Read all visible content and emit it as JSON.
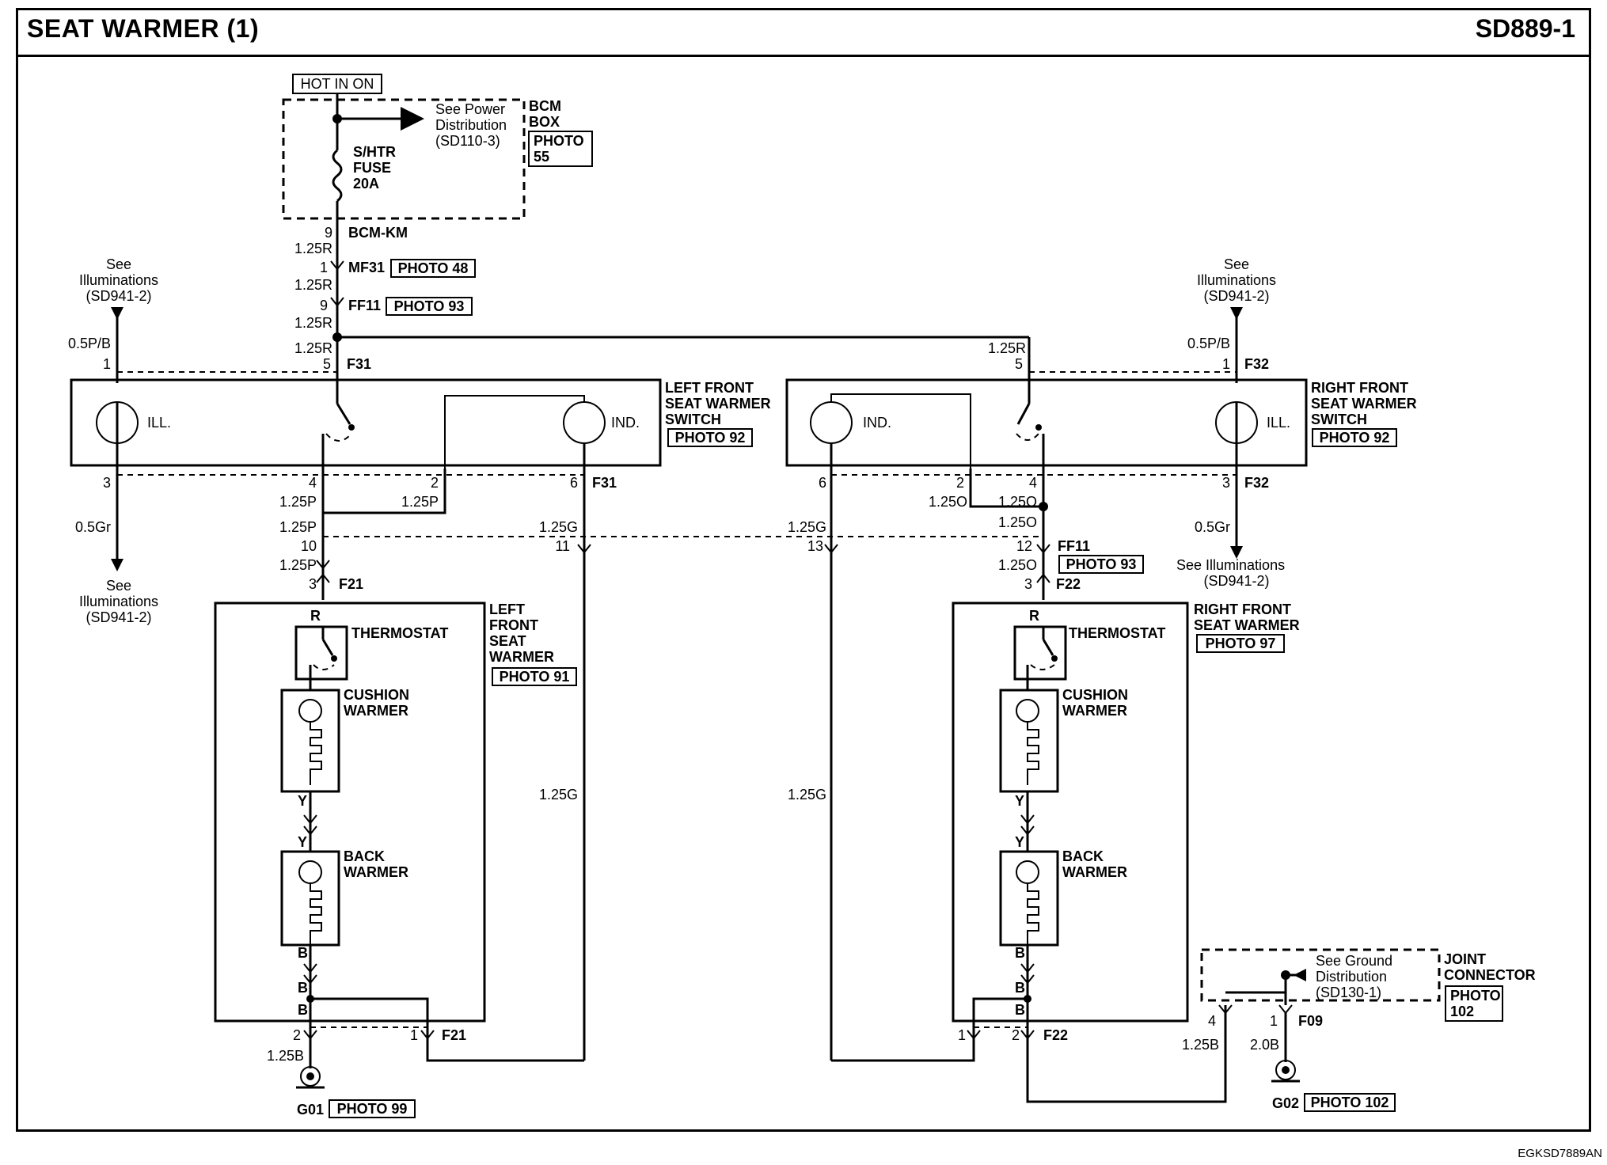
{
  "title": "SEAT WARMER (1)",
  "sheet_code": "SD889-1",
  "footer_code": "EGKSD7889AN",
  "top": {
    "hot_in": "HOT IN ON",
    "see_power": [
      "See Power",
      "Distribution",
      "(SD110-3)"
    ],
    "bcm_box": [
      "BCM",
      "BOX"
    ],
    "bcm_photo": [
      "PHOTO",
      "55"
    ],
    "fuse": [
      "S/HTR",
      "FUSE",
      "20A"
    ],
    "bcm_pin": "9",
    "bcm_conn": "BCM-KM",
    "wire_r": "1.25R",
    "mf31_pin": "1",
    "mf31": "MF31",
    "mf31_photo": "PHOTO 48",
    "ff11_pin": "9",
    "ff11": "FF11",
    "ff11_photo": "PHOTO 93"
  },
  "illum": {
    "see": [
      "See",
      "Illuminations",
      "(SD941-2)"
    ],
    "see_inline": "See Illuminations",
    "wire_pb": "0.5P/B",
    "wire_gr": "0.5Gr"
  },
  "left_switch": {
    "name": [
      "LEFT FRONT",
      "SEAT WARMER",
      "SWITCH"
    ],
    "photo": "PHOTO 92",
    "conn_top": "F31",
    "conn_bottom": "F31",
    "ill": "ILL.",
    "ind": "IND.",
    "pins": {
      "p1": "1",
      "p5": "5",
      "p3": "3",
      "p4": "4",
      "p2": "2",
      "p6": "6"
    }
  },
  "right_switch": {
    "name": [
      "RIGHT FRONT",
      "SEAT WARMER",
      "SWITCH"
    ],
    "photo": "PHOTO 92",
    "conn_top": "F32",
    "conn_bottom": "F32",
    "ill": "ILL.",
    "ind": "IND.",
    "pins": {
      "p5": "5",
      "p1": "1",
      "p6": "6",
      "p2": "2",
      "p4": "4",
      "p3": "3"
    }
  },
  "wires": {
    "p": "1.25P",
    "o": "1.25O",
    "g": "1.25G",
    "b": "1.25B",
    "b2": "2.0B"
  },
  "ff11_pins": {
    "p10": "10",
    "p11": "11",
    "p13": "13",
    "p12": "12"
  },
  "ff11_right": "FF11",
  "ff11_right_photo": "PHOTO 93",
  "left_seat": {
    "name": [
      "LEFT",
      "FRONT",
      "SEAT",
      "WARMER"
    ],
    "photo": "PHOTO 91",
    "conn_in": "F21",
    "conn_in_pin": "3",
    "conn_out": "F21",
    "out_pin_2": "2",
    "out_pin_1": "1",
    "thermostat": "THERMOSTAT",
    "cushion": [
      "CUSHION",
      "WARMER"
    ],
    "back": [
      "BACK",
      "WARMER"
    ],
    "w_r": "R",
    "w_y": "Y",
    "w_b": "B"
  },
  "right_seat": {
    "name": [
      "RIGHT FRONT",
      "SEAT WARMER"
    ],
    "photo": "PHOTO 97",
    "conn_in": "F22",
    "conn_in_pin": "3",
    "conn_out": "F22",
    "out_pin_1": "1",
    "out_pin_2": "2",
    "thermostat": "THERMOSTAT",
    "cushion": [
      "CUSHION",
      "WARMER"
    ],
    "back": [
      "BACK",
      "WARMER"
    ],
    "w_r": "R",
    "w_y": "Y",
    "w_b": "B"
  },
  "ground_left": {
    "name": "G01",
    "photo": "PHOTO 99"
  },
  "ground_right": {
    "name": "G02",
    "photo": "PHOTO 102"
  },
  "joint": {
    "name": [
      "JOINT",
      "CONNECTOR"
    ],
    "photo": [
      "PHOTO",
      "102"
    ],
    "see_ground": [
      "See Ground",
      "Distribution",
      "(SD130-1)"
    ],
    "pin4": "4",
    "pin1": "1",
    "conn": "F09"
  }
}
